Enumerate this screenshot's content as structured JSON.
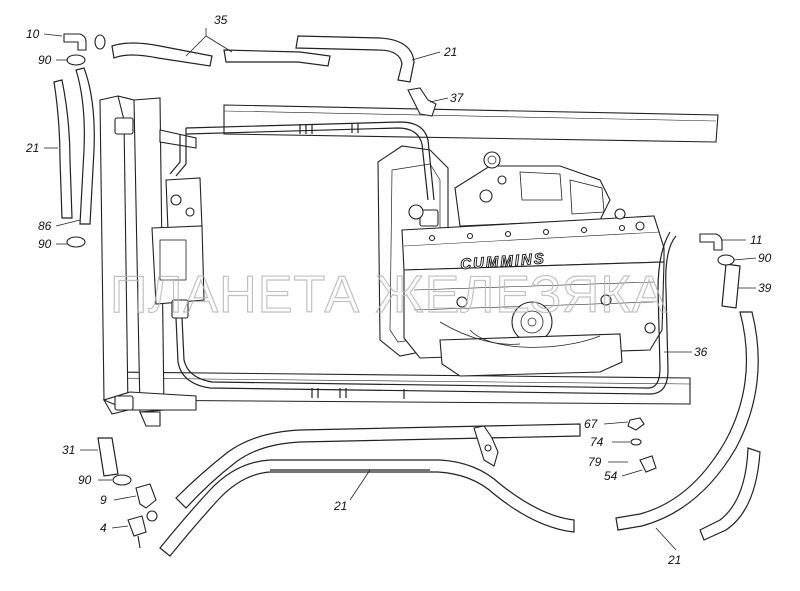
{
  "watermark": {
    "text": "ПЛАНЕТА ЖЕЛЕЗЯКА"
  },
  "engine_brand": "CUMMINS",
  "callouts": {
    "p10": "10",
    "p90_tl": "90",
    "p35": "35",
    "p21_top": "21",
    "p37": "37",
    "p21_left": "21",
    "p86": "86",
    "p90_left": "90",
    "p11": "11",
    "p90_right": "90",
    "p39": "39",
    "p36": "36",
    "p67": "67",
    "p74": "74",
    "p79": "79",
    "p54": "54",
    "p31": "31",
    "p90_bottom": "90",
    "p9": "9",
    "p4": "4",
    "p21_bottom": "21",
    "p21_br": "21"
  }
}
